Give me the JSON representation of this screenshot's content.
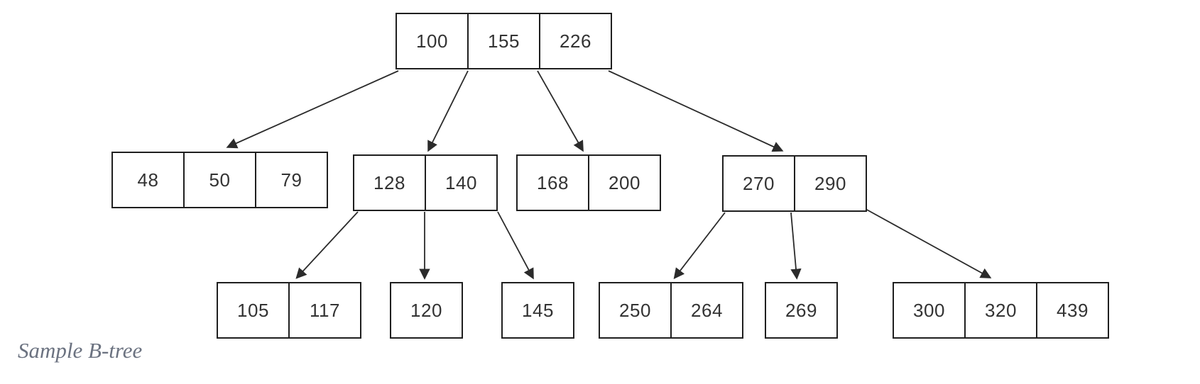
{
  "caption": "Sample B-tree",
  "colors": {
    "background": "#ffffff",
    "box_border": "#1f1f1f",
    "box_fill": "#ffffff",
    "text": "#333333",
    "line": "#2b2b2b",
    "caption_text": "#6b7280"
  },
  "tree": {
    "nodes": [
      {
        "id": "root",
        "level": 1,
        "keys": [
          "100",
          "155",
          "226"
        ]
      },
      {
        "id": "l2-0",
        "level": 2,
        "keys": [
          "48",
          "50",
          "79"
        ]
      },
      {
        "id": "l2-1",
        "level": 2,
        "keys": [
          "128",
          "140"
        ]
      },
      {
        "id": "l2-2",
        "level": 2,
        "keys": [
          "168",
          "200"
        ]
      },
      {
        "id": "l2-3",
        "level": 2,
        "keys": [
          "270",
          "290"
        ]
      },
      {
        "id": "l3-0",
        "level": 3,
        "keys": [
          "105",
          "117"
        ]
      },
      {
        "id": "l3-1",
        "level": 3,
        "keys": [
          "120"
        ]
      },
      {
        "id": "l3-2",
        "level": 3,
        "keys": [
          "145"
        ]
      },
      {
        "id": "l3-3",
        "level": 3,
        "keys": [
          "250",
          "264"
        ]
      },
      {
        "id": "l3-4",
        "level": 3,
        "keys": [
          "269"
        ]
      },
      {
        "id": "l3-5",
        "level": 3,
        "keys": [
          "300",
          "320",
          "439"
        ]
      }
    ],
    "edges": [
      {
        "from": "root",
        "to": "l2-0"
      },
      {
        "from": "root",
        "to": "l2-1"
      },
      {
        "from": "root",
        "to": "l2-2"
      },
      {
        "from": "root",
        "to": "l2-3"
      },
      {
        "from": "l2-1",
        "to": "l3-0"
      },
      {
        "from": "l2-1",
        "to": "l3-1"
      },
      {
        "from": "l2-1",
        "to": "l3-2"
      },
      {
        "from": "l2-3",
        "to": "l3-3"
      },
      {
        "from": "l2-3",
        "to": "l3-4"
      },
      {
        "from": "l2-3",
        "to": "l3-5"
      }
    ]
  }
}
